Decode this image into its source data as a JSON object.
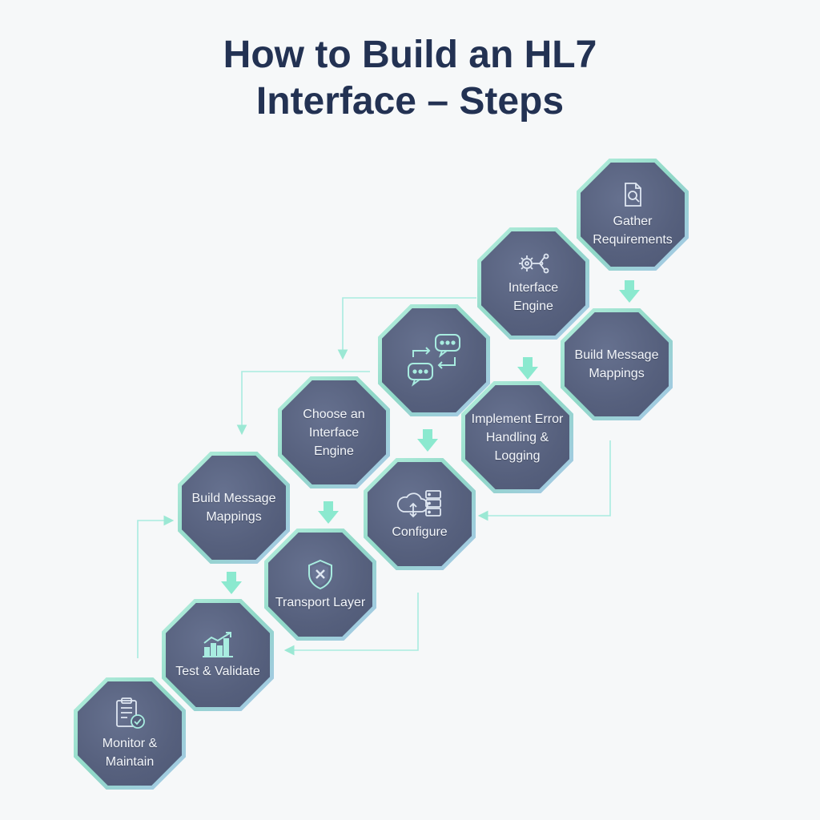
{
  "title": {
    "line1": "How to Build an HL7",
    "line2": "Interface – Steps"
  },
  "colors": {
    "title": "#233253",
    "node_fill": "#56607d",
    "node_border": "#8fd8c7",
    "connector": "#9be8d4",
    "arrow": "#8be9cf",
    "label": "#f3f6fb"
  },
  "nodes": {
    "gather_requirements": {
      "label": "Gather Requirements",
      "icon": "document-search-icon"
    },
    "interface_engine": {
      "label": "Interface Engine",
      "icon": "gear-network-icon"
    },
    "build_mappings_top": {
      "label": "Build Message Mappings",
      "icon": ""
    },
    "chat_exchange": {
      "label": "",
      "icon": "chat-exchange-icon"
    },
    "error_handling": {
      "label": "Implement Error Handling & Logging",
      "icon": ""
    },
    "choose_engine": {
      "label": "Choose an Interface Engine",
      "icon": ""
    },
    "configure": {
      "label": "Configure",
      "icon": "cloud-server-icon"
    },
    "build_mappings_left": {
      "label": "Build Message Mappings",
      "icon": ""
    },
    "transport_layer": {
      "label": "Transport Layer",
      "icon": "shield-x-icon"
    },
    "test_validate": {
      "label": "Test & Validate",
      "icon": "bar-chart-icon"
    },
    "monitor_maintain": {
      "label": "Monitor & Maintain",
      "icon": "clipboard-check-icon"
    }
  }
}
